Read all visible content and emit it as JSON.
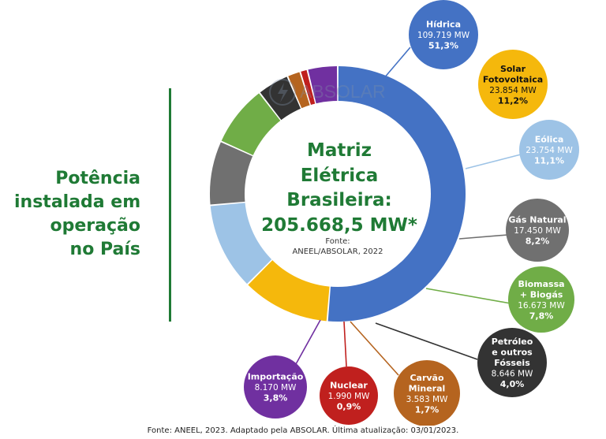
{
  "side_title": [
    "Potência",
    "instalada em",
    "operação",
    "no País"
  ],
  "watermark": "ABSOLAR",
  "footer": "Fonte: ANEEL, 2023. Adaptado pela ABSOLAR. Última atualização: 03/01/2023.",
  "chart_data": {
    "type": "pie",
    "title": [
      "Matriz",
      "Elétrica",
      "Brasileira:",
      "205.668,5 MW*"
    ],
    "source": [
      "Fonte:",
      "ANEEL/ABSOLAR, 2022"
    ],
    "slices": [
      {
        "name": [
          "Hídrica"
        ],
        "value_label": "109.719 MW",
        "pct_label": "51,3%",
        "value": 109719,
        "pct": 51.3,
        "color": "#4472c4",
        "text_color": "#ffffff"
      },
      {
        "name": [
          "Solar",
          "Fotovoltaica"
        ],
        "value_label": "23.854 MW",
        "pct_label": "11,2%",
        "value": 23854,
        "pct": 11.2,
        "color": "#f5b80c",
        "text_color": "#111111"
      },
      {
        "name": [
          "Eólica"
        ],
        "value_label": "23.754 MW",
        "pct_label": "11,1%",
        "value": 23754,
        "pct": 11.1,
        "color": "#9dc3e6",
        "text_color": "#ffffff"
      },
      {
        "name": [
          "Gás Natural"
        ],
        "value_label": "17.450 MW",
        "pct_label": "8,2%",
        "value": 17450,
        "pct": 8.2,
        "color": "#707070",
        "text_color": "#ffffff"
      },
      {
        "name": [
          "Biomassa",
          "+ Biogás"
        ],
        "value_label": "16.673 MW",
        "pct_label": "7,8%",
        "value": 16673,
        "pct": 7.8,
        "color": "#70ad47",
        "text_color": "#ffffff"
      },
      {
        "name": [
          "Petróleo",
          "e outros",
          "Fósseis"
        ],
        "value_label": "8.646 MW",
        "pct_label": "4,0%",
        "value": 8646,
        "pct": 4.0,
        "color": "#333333",
        "text_color": "#ffffff"
      },
      {
        "name": [
          "Carvão",
          "Mineral"
        ],
        "value_label": "3.583 MW",
        "pct_label": "1,7%",
        "value": 3583,
        "pct": 1.7,
        "color": "#b5641f",
        "text_color": "#ffffff"
      },
      {
        "name": [
          "Nuclear"
        ],
        "value_label": "1.990 MW",
        "pct_label": "0,9%",
        "value": 1990,
        "pct": 0.9,
        "color": "#c0201e",
        "text_color": "#ffffff"
      },
      {
        "name": [
          "Importação"
        ],
        "value_label": "8.170 MW",
        "pct_label": "3,8%",
        "value": 8170,
        "pct": 3.8,
        "color": "#7030a0",
        "text_color": "#ffffff"
      }
    ]
  }
}
